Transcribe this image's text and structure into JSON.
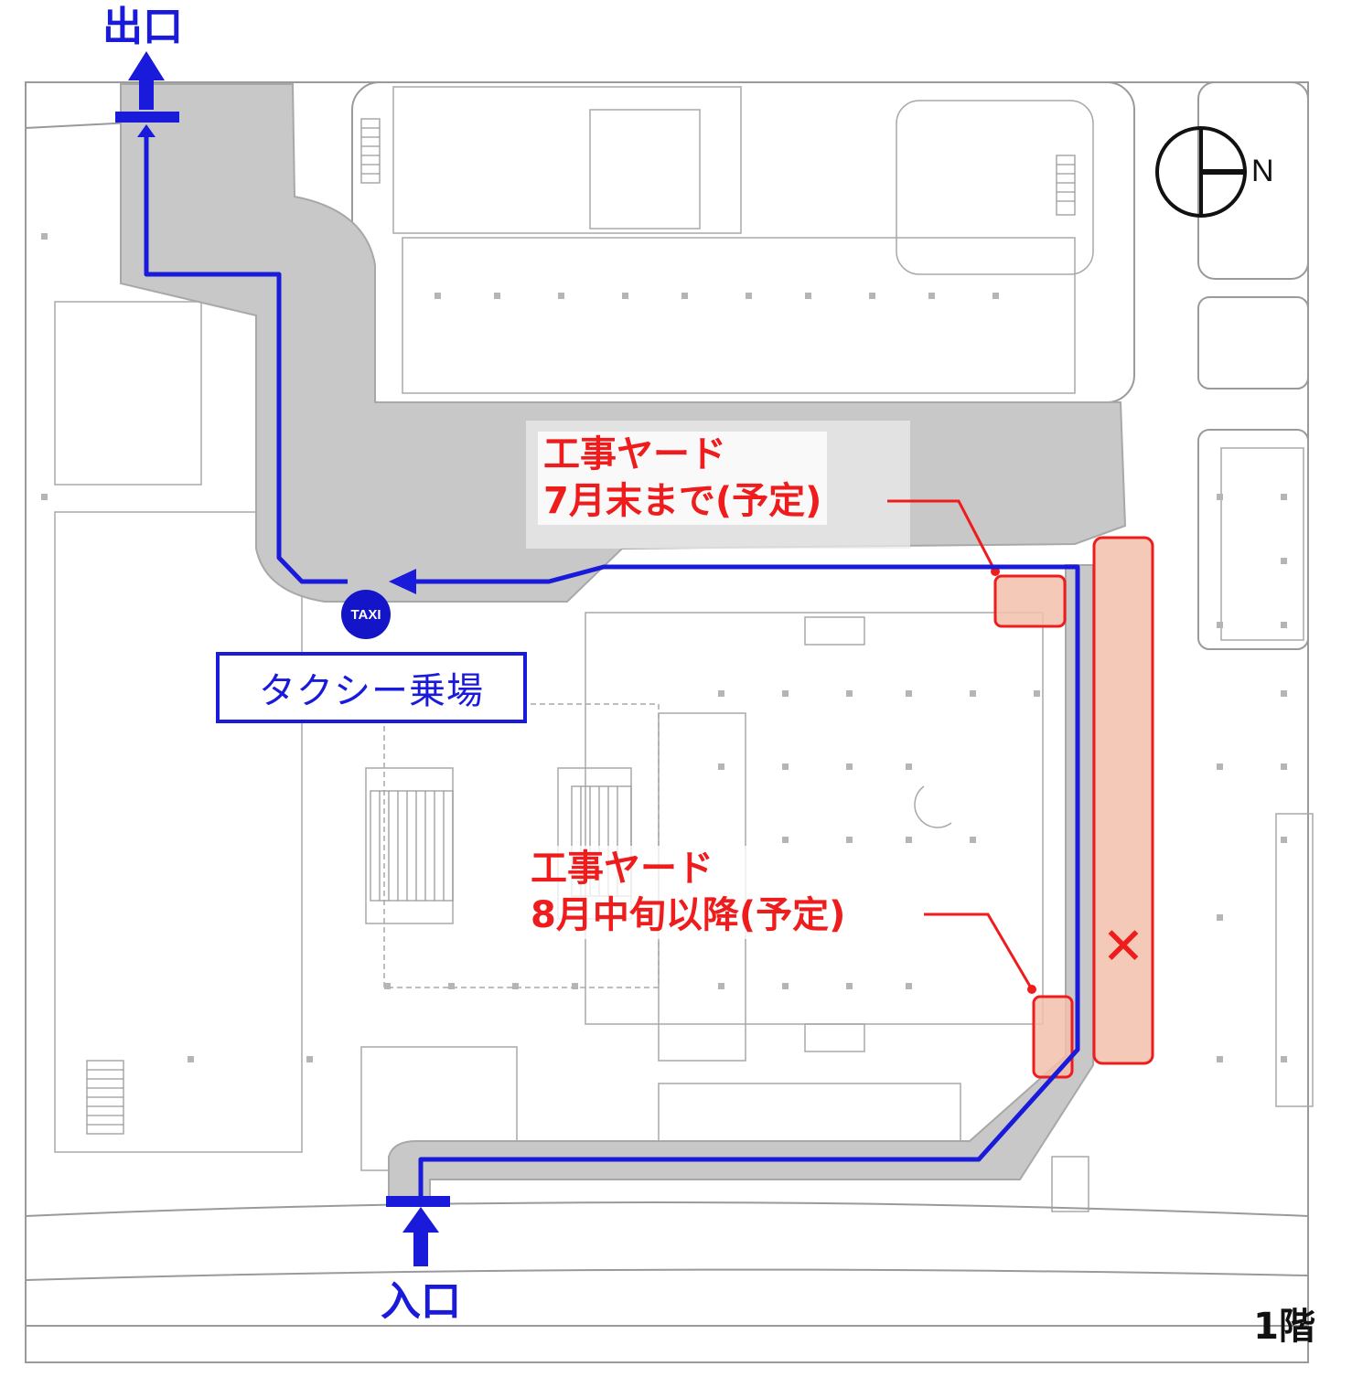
{
  "labels": {
    "exit": "出口",
    "entrance": "入口",
    "taxi_stand": "タクシー乗場",
    "taxi_badge": "TAXI",
    "floor": "1階",
    "north": "N"
  },
  "construction_yards": [
    {
      "title": "工事ヤード",
      "period": "7月末まで(予定)"
    },
    {
      "title": "工事ヤード",
      "period": "8月中旬以降(予定)"
    }
  ],
  "closed_marker": "✕",
  "colors": {
    "route": "#1a1adb",
    "road": "#c8c8c8",
    "yard_fill": "#f3c0aa",
    "yard_border": "#ee1c1c",
    "plan_line": "#9a9a9a"
  }
}
